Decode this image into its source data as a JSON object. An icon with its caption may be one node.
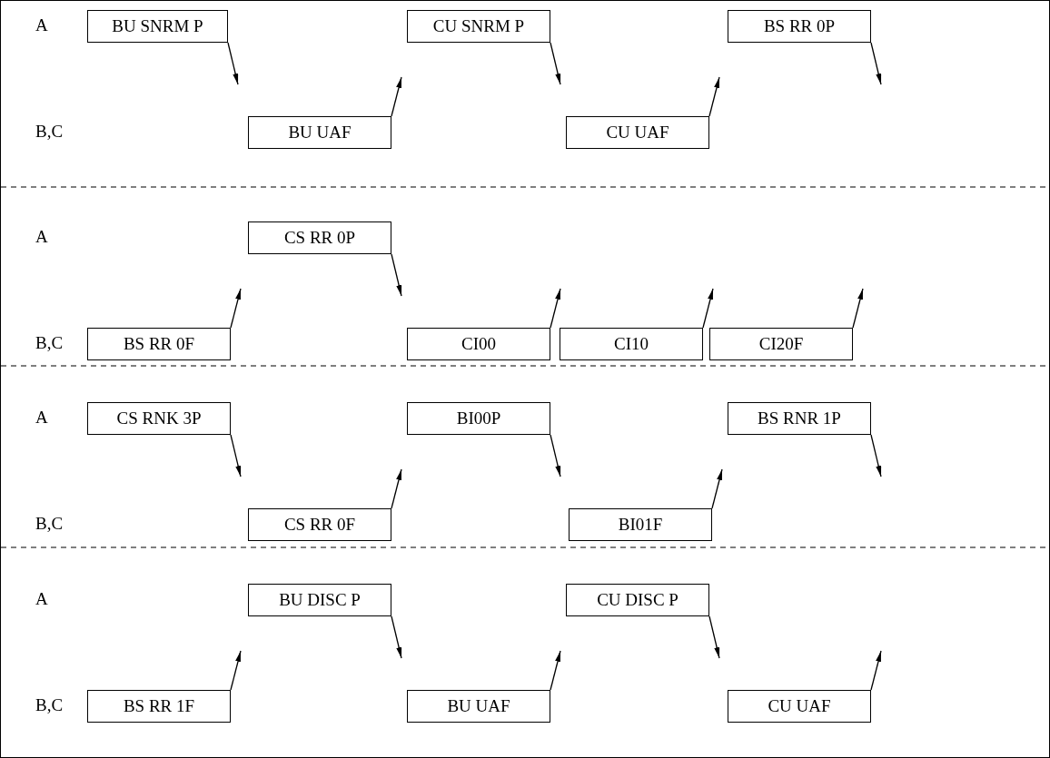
{
  "diagram": {
    "nodes": [
      {
        "text": [
          "BU SNRM P"
        ]
      },
      {
        "text": [
          "BU UAF"
        ]
      },
      {
        "text": [
          "CU SNRM P"
        ]
      },
      {
        "text": [
          "CU UAF"
        ]
      },
      {
        "text": [
          "BS RR 0P"
        ]
      },
      {
        "text": [
          "BS RR 0F"
        ]
      },
      {
        "text": [
          "CS RR 0P"
        ]
      },
      {
        "text": [
          "CI00"
        ]
      },
      {
        "text": [
          "CI10"
        ]
      },
      {
        "text": [
          "CI20F"
        ]
      },
      {
        "text": [
          "CS RNK 3P"
        ]
      },
      {
        "text": [
          "CS RR 0F"
        ]
      },
      {
        "text": [
          "BI00P"
        ]
      },
      {
        "text": [
          "BI01F"
        ]
      },
      {
        "text": [
          "BS RNR 1P"
        ]
      },
      {
        "text": [
          "BS RR 1F"
        ]
      },
      {
        "text": [
          "BU DISC P"
        ]
      },
      {
        "text": [
          "BU UAF"
        ]
      },
      {
        "text": [
          "CU DISC P"
        ]
      },
      {
        "text": [
          "CU UAF"
        ]
      }
    ],
    "edges": [
      {
        "from": 0,
        "to": null,
        "arrow": "to"
      },
      {
        "from": 1,
        "to": null,
        "arrow": "to"
      },
      {
        "from": 2,
        "to": null,
        "arrow": "to"
      },
      {
        "from": 3,
        "to": null,
        "arrow": "to"
      },
      {
        "from": 4,
        "to": null,
        "arrow": "to"
      },
      {
        "from": 5,
        "to": null,
        "arrow": "to"
      },
      {
        "from": 6,
        "to": null,
        "arrow": "to"
      },
      {
        "from": 7,
        "to": null,
        "arrow": "to"
      },
      {
        "from": 8,
        "to": null,
        "arrow": "to"
      },
      {
        "from": 9,
        "to": null,
        "arrow": "to"
      },
      {
        "from": 10,
        "to": null,
        "arrow": "to"
      },
      {
        "from": 11,
        "to": null,
        "arrow": "to"
      },
      {
        "from": 12,
        "to": null,
        "arrow": "to"
      },
      {
        "from": 13,
        "to": null,
        "arrow": "to"
      },
      {
        "from": 14,
        "to": null,
        "arrow": "to"
      },
      {
        "from": 15,
        "to": null,
        "arrow": "to"
      },
      {
        "from": 16,
        "to": null,
        "arrow": "to"
      },
      {
        "from": 17,
        "to": null,
        "arrow": "to"
      },
      {
        "from": 18,
        "to": null,
        "arrow": "to"
      },
      {
        "from": 19,
        "to": null,
        "arrow": "to"
      }
    ],
    "labels": [
      "A",
      "B,C",
      "A",
      "B,C",
      "A",
      "B,C",
      "A",
      "B,C"
    ]
  }
}
